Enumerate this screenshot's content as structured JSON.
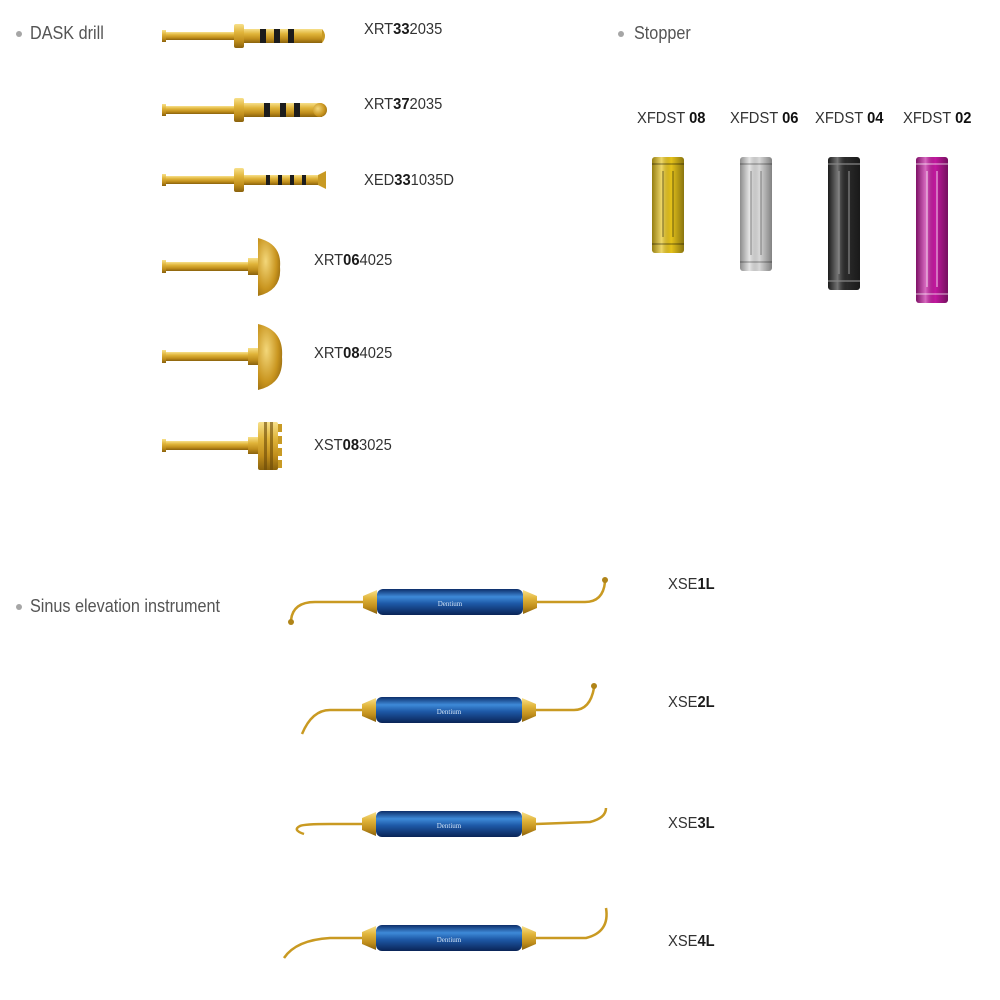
{
  "sections": {
    "dask_title": "DASK drill",
    "stopper_title": "Stopper",
    "sinus_title": "Sinus elevation instrument"
  },
  "drills": [
    {
      "pre": "XRT",
      "bold": "33",
      "post": "2035"
    },
    {
      "pre": "XRT",
      "bold": "37",
      "post": "2035"
    },
    {
      "pre": "XED",
      "bold": "33",
      "post": "1035D"
    },
    {
      "pre": "XRT",
      "bold": "06",
      "post": "4025"
    },
    {
      "pre": "XRT",
      "bold": "08",
      "post": "4025"
    },
    {
      "pre": "XST",
      "bold": "08",
      "post": "3025"
    }
  ],
  "stoppers": [
    {
      "pre": "XFDST ",
      "bold": "08",
      "color": "#e5c21a"
    },
    {
      "pre": "XFDST ",
      "bold": "06",
      "color": "#d8d8d8"
    },
    {
      "pre": "XFDST ",
      "bold": "04",
      "color": "#2a2a2a"
    },
    {
      "pre": "XFDST ",
      "bold": "02",
      "color": "#c2199e"
    }
  ],
  "instruments": [
    {
      "pre": "XSE",
      "bold": "1L",
      "brand": "Dentium"
    },
    {
      "pre": "XSE",
      "bold": "2L",
      "brand": "Dentium"
    },
    {
      "pre": "XSE",
      "bold": "3L",
      "brand": "Dentium"
    },
    {
      "pre": "XSE",
      "bold": "4L",
      "brand": "Dentium"
    }
  ],
  "colors": {
    "gold": "#d8a826",
    "gold_dark": "#9c7410",
    "handle_blue": "#1e63b0"
  }
}
